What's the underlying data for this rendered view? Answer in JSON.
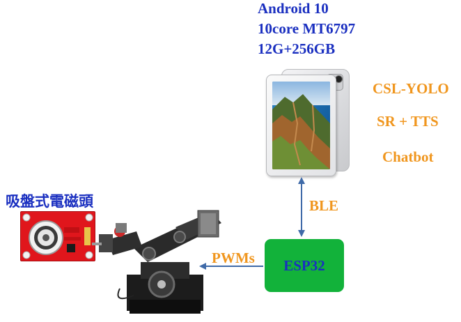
{
  "tablet_specs": {
    "os": "Android 10",
    "cpu": "10core MT6797",
    "memory": "12G+256GB"
  },
  "features": {
    "detector": "CSL-YOLO",
    "speech": "SR + TTS",
    "chat": "Chatbot"
  },
  "links": {
    "ble": "BLE",
    "pwm": "PWMs"
  },
  "controller": {
    "name": "ESP32"
  },
  "module": {
    "title": "吸盤式電磁頭"
  },
  "colors": {
    "spec_text": "#1a2fc0",
    "feature_text": "#f0961e",
    "controller_fill": "#12b23a",
    "arrow": "#3f6aa8",
    "module_red": "#e0161c"
  }
}
